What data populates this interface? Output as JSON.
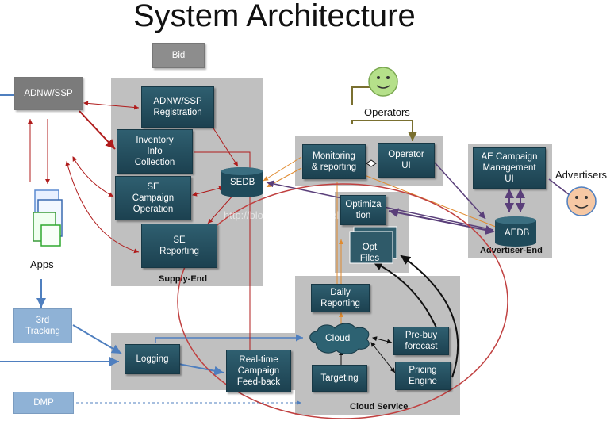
{
  "title": "System Architecture",
  "zones": {
    "supply_end": "Supply-End",
    "cloud_service": "Cloud Service",
    "advertiser_end": "Advertiser-End"
  },
  "nodes": {
    "bid": "Bid",
    "adnw_ssp": "ADNW/SSP",
    "apps": "Apps",
    "tracking": "3rd\nTracking",
    "dmp": "DMP",
    "adnw_registration": "ADNW/SSP\nRegistration",
    "inventory_info": "Inventory\nInfo\nCollection",
    "se_campaign": "SE\nCampaign\nOperation",
    "se_reporting": "SE\nReporting",
    "sedb": "SEDB",
    "monitoring": "Monitoring\n& reporting",
    "operator_ui": "Operator\nUI",
    "optimization": "Optimiza\ntion",
    "opt_files": "Opt\nFiles",
    "daily_reporting": "Daily\nReporting",
    "cloud": "Cloud",
    "prebuy": "Pre-buy\nforecast",
    "pricing": "Pricing\nEngine",
    "targeting": "Targeting",
    "logging": "Logging",
    "realtime": "Real-time\nCampaign\nFeed-back",
    "ae_campaign": "AE Campaign\nManagement\nUI",
    "aedb": "AEDB"
  },
  "actors": {
    "operators": "Operators",
    "advertisers": "Advertisers"
  },
  "watermark": "http://blog.csdn.net/angelmlnhanj",
  "colors": {
    "zone_gray": "#c0c0c0",
    "box_teal": "#1f4a5a",
    "arrow_red": "#b01c1c",
    "arrow_blue": "#4f7fbf",
    "arrow_orange": "#e08a2e",
    "arrow_purple": "#5a3f7a",
    "arrow_olive": "#7a7030",
    "ellipse": "#c04040"
  }
}
